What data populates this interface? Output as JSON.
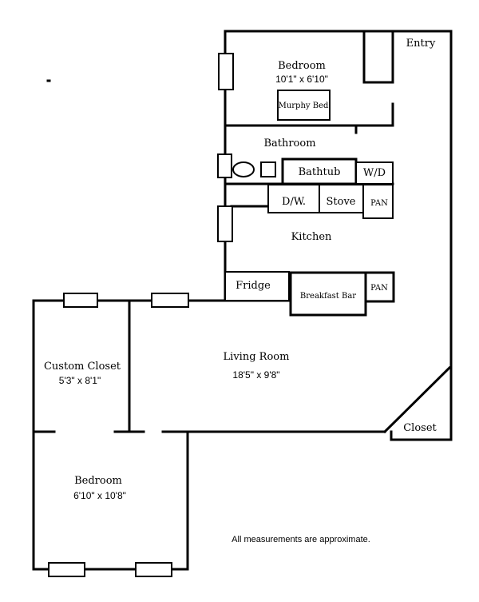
{
  "rooms": {
    "bedroom_top": {
      "name": "Bedroom",
      "dims": "10'1\" x 6'10\""
    },
    "entry": {
      "name": "Entry"
    },
    "murphy_bed": {
      "name": "Murphy Bed"
    },
    "bathroom": {
      "name": "Bathroom"
    },
    "bathtub": {
      "name": "Bathtub"
    },
    "washer_dryer": {
      "name": "W/D"
    },
    "dishwasher": {
      "name": "D/W."
    },
    "stove": {
      "name": "Stove"
    },
    "pantry_top": {
      "name": "PAN"
    },
    "kitchen": {
      "name": "Kitchen"
    },
    "fridge": {
      "name": "Fridge"
    },
    "breakfast_bar": {
      "name": "Breakfast Bar"
    },
    "pantry_bottom": {
      "name": "PAN"
    },
    "living_room": {
      "name": "Living Room",
      "dims": "18'5\" x 9'8\""
    },
    "custom_closet": {
      "name": "Custom Closet",
      "dims": "5'3\" x 8'1\""
    },
    "closet": {
      "name": "Closet"
    },
    "bedroom_bottom": {
      "name": "Bedroom",
      "dims": "6'10\" x 10'8\""
    }
  },
  "note": "All measurements are approximate."
}
